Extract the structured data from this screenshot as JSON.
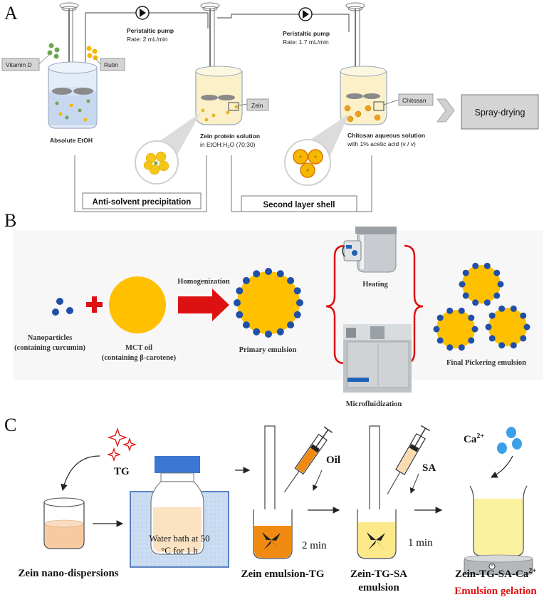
{
  "panels": {
    "a": "A",
    "b": "B",
    "c": "C"
  },
  "panel_a": {
    "vitamin_d": "Vitamin D",
    "rutin": "Rutin",
    "pump1_title": "Peristaltic pump",
    "pump1_rate": "Rate: 2 mL/min",
    "pump2_title": "Peristaltic pump",
    "pump2_rate": "Rate: 1.7 mL/min",
    "beaker1_label": "Absolute EtOH",
    "zein_tag": "Zein",
    "beaker2_label": "Zein protein solution",
    "beaker2_sub_a": "in EtOH:H",
    "beaker2_sub_b": "2",
    "beaker2_sub_c": "O (70:30)",
    "chitosan_tag": "Chitosan",
    "beaker3_label": "Chitosan aqueous solution",
    "beaker3_sub": "with 1% acetic acid (v / v)",
    "spray_drying": "Spray-drying",
    "step1": "Anti-solvent precipitation",
    "step2": "Second layer shell",
    "colors": {
      "gray_box": "#d4d4d4",
      "zein_solution": "#fbf0c8",
      "yellow": "#f5c518"
    }
  },
  "panel_b": {
    "np_label_1": "Nanoparticles",
    "np_label_2": "(containing curcumin)",
    "oil_label_1": "MCT oil",
    "oil_label_2": "(containing β-carotene)",
    "homogenization": "Homogenization",
    "primary": "Primary emulsion",
    "heating": "Heating",
    "microfluidization": "Microfluidization",
    "final": "Final Pickering emulsion",
    "colors": {
      "background": "#f7f7f7",
      "oil": "#ffc000",
      "particle": "#1f4fa8",
      "arrow": "#dd1111"
    }
  },
  "panel_c": {
    "tg": "TG",
    "water_bath_1": "Water bath at 50",
    "water_bath_2": "°C for 1 h",
    "oil": "Oil",
    "sa": "SA",
    "time1": "2 min",
    "time2": "1 min",
    "ca_base": "Ca",
    "ca_sup": "2+",
    "label1": "Zein nano-dispersions",
    "label2": "Zein emulsion-TG",
    "label3_1": "Zein-TG-SA",
    "label3_2": "emulsion",
    "label4_base": "Zein-TG-SA-Ca",
    "label4_sup": "2+",
    "gelation": "Emulsion gelation",
    "colors": {
      "gelation": "#e01010",
      "water": "#c9dcf2",
      "emulsion_tg": "#f08a10",
      "sa_emulsion": "#fbe98a",
      "gel": "#fbf2a0"
    }
  }
}
